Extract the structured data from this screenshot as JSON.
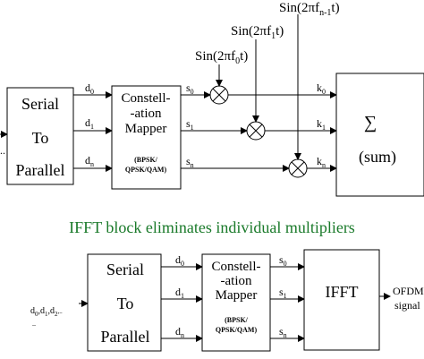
{
  "top": {
    "serial_line1": "Serial",
    "serial_line2": "To",
    "serial_line3": "Parallel",
    "mapper_line1": "Constell-",
    "mapper_line2": "-ation",
    "mapper_line3": "Mapper",
    "mapper_line4": "(BPSK/",
    "mapper_line5": "QPSK/QAM)",
    "d0": "d",
    "d0_sub": "0",
    "d1": "d",
    "d1_sub": "1",
    "dn": "d",
    "dn_sub": "n",
    "s0": "s",
    "s0_sub": "0",
    "s1": "s",
    "s1_sub": "1",
    "sn": "s",
    "sn_sub": "n",
    "k0": "k",
    "k0_sub": "0",
    "k1": "k",
    "k1_sub": "1",
    "kn": "k",
    "kn_sub": "n",
    "sin0": "Sin(2πf",
    "sin0_sub": "0",
    "sin0_tail": "t)",
    "sin1": "Sin(2πf",
    "sin1_sub": "1",
    "sin1_tail": "t)",
    "sinn": "Sin(2πf",
    "sinn_sub": "n-1",
    "sinn_tail": "t)",
    "sum_symbol": "∑",
    "sum_label": "(sum)",
    "input_dots": ".."
  },
  "caption": "IFFT block eliminates individual multipliers",
  "bottom": {
    "serial_line1": "Serial",
    "serial_line2": "To",
    "serial_line3": "Parallel",
    "mapper_line1": "Constell-",
    "mapper_line2": "-ation",
    "mapper_line3": "Mapper",
    "mapper_line4": "(BPSK/",
    "mapper_line5": "QPSK/QAM)",
    "d0": "d",
    "d0_sub": "0",
    "d1": "d",
    "d1_sub": "1",
    "dn": "d",
    "dn_sub": "n",
    "s0": "s",
    "s0_sub": "0",
    "s1": "s",
    "s1_sub": "1",
    "sn": "s",
    "sn_sub": "n",
    "ifft": "IFFT",
    "input_label": "d",
    "input_sub0": "0",
    "input_comma1": ",d",
    "input_sub1": "1",
    "input_comma2": ",d",
    "input_sub2": "2",
    "input_tail": ",..",
    "input_dots2": "..",
    "output_line1": "OFDM",
    "output_line2": "signal"
  }
}
